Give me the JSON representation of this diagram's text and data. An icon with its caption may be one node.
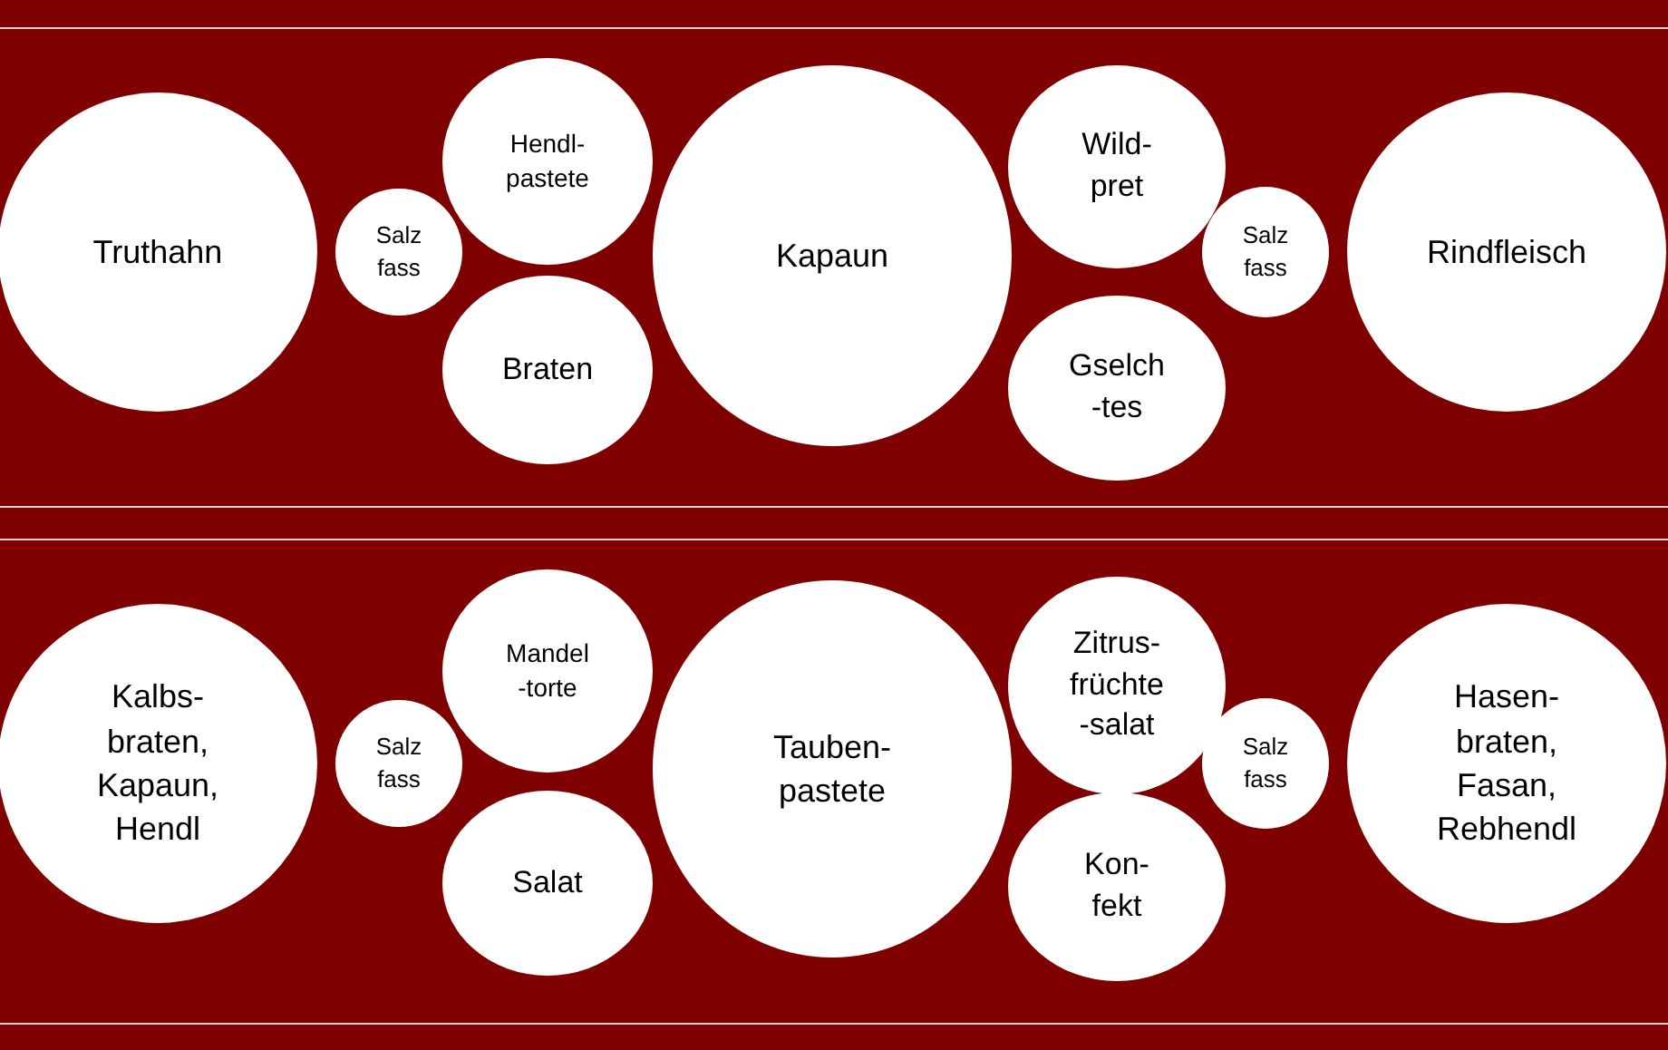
{
  "diagram": {
    "nodes": [
      {
        "text": [
          "Truthahn"
        ]
      },
      {
        "text": [
          "Salz fass"
        ]
      },
      {
        "text": [
          "Hendl- pastete"
        ]
      },
      {
        "text": [
          "Braten"
        ]
      },
      {
        "text": [
          "Kapaun"
        ]
      },
      {
        "text": [
          "Wild- pret"
        ]
      },
      {
        "text": [
          "Gselch -tes"
        ]
      },
      {
        "text": [
          "Salz fass"
        ]
      },
      {
        "text": [
          "Rindfleisch"
        ]
      },
      {
        "text": [
          "Kalbs- braten, Kapaun, Hendl"
        ]
      },
      {
        "text": [
          "Salz fass"
        ]
      },
      {
        "text": [
          "Mandel -torte"
        ]
      },
      {
        "text": [
          "Salat"
        ]
      },
      {
        "text": [
          "Tauben- pastete"
        ]
      },
      {
        "text": [
          "Zitrus- früchte -salat"
        ]
      },
      {
        "text": [
          "Kon- fekt"
        ]
      },
      {
        "text": [
          "Salz fass"
        ]
      },
      {
        "text": [
          "Hasen- braten, Fasan, Rebhendl"
        ]
      }
    ]
  }
}
